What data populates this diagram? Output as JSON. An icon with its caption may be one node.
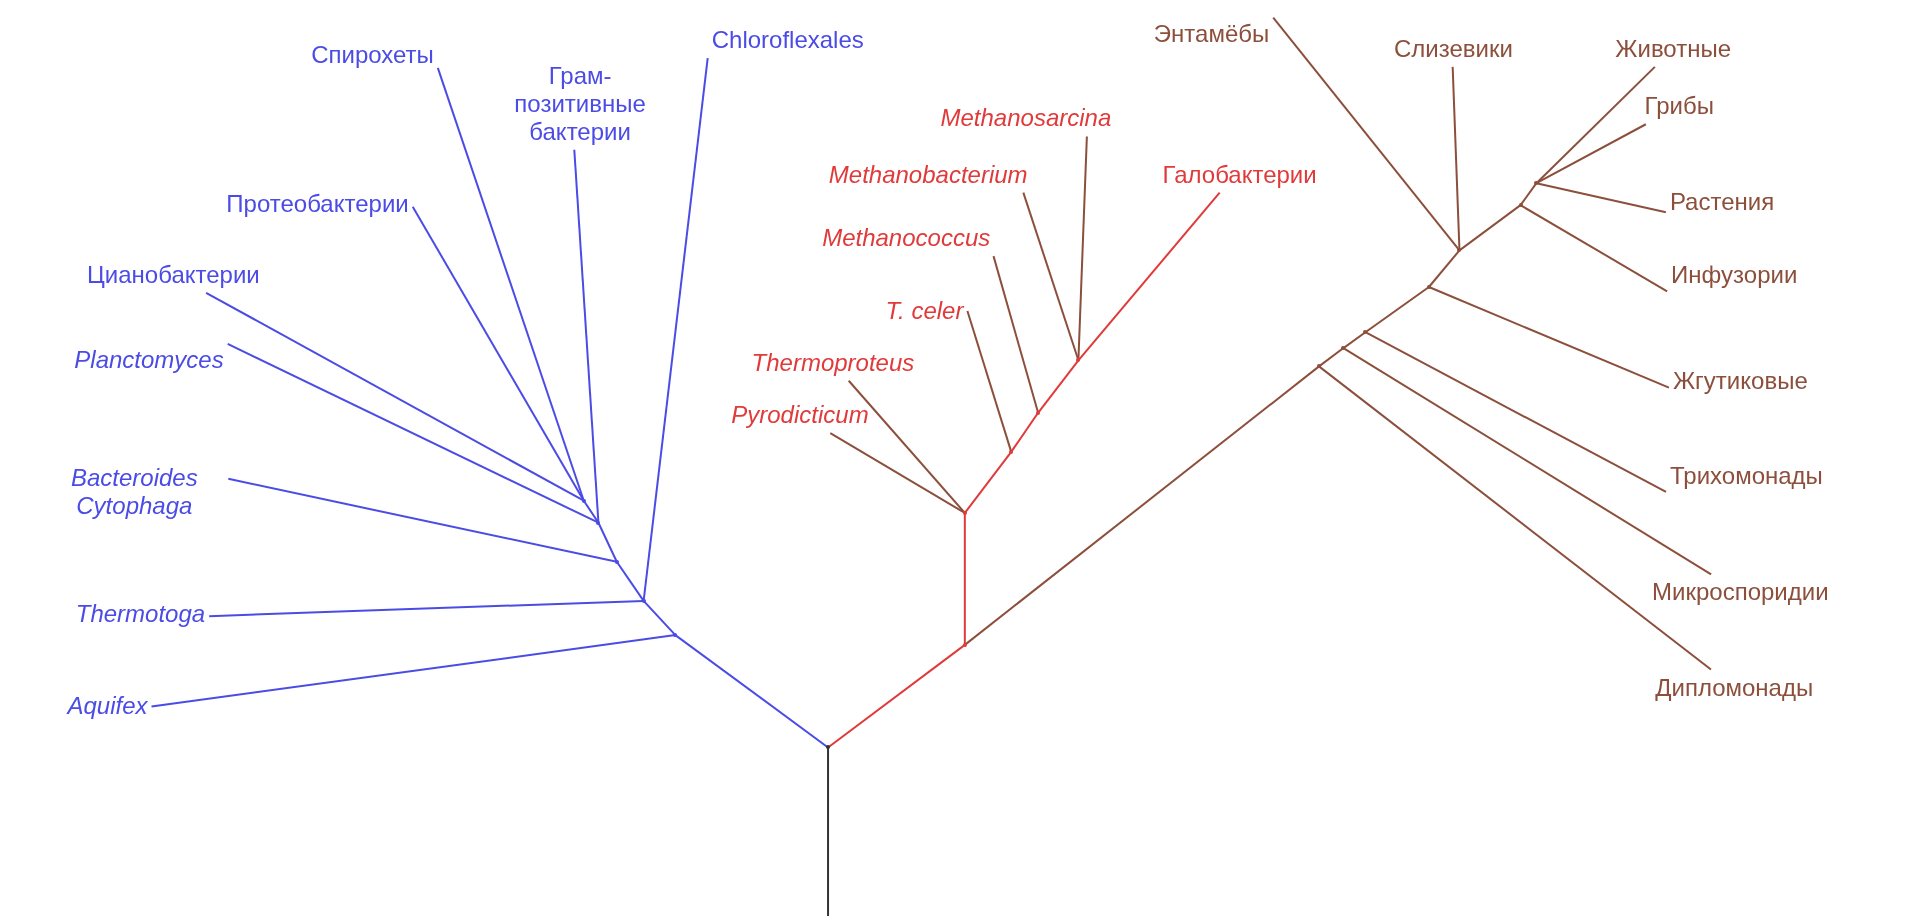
{
  "diagram": {
    "nodes": [
      {
        "text": [
          "Спирохеты"
        ]
      },
      {
        "text": [
          "Грам- позитивные бактерии"
        ]
      },
      {
        "text": [
          "Chloroflexales"
        ]
      },
      {
        "text": [
          "Энтамёбы"
        ]
      },
      {
        "text": [
          "Слизевики"
        ]
      },
      {
        "text": [
          "Животные"
        ]
      },
      {
        "text": [
          "Грибы"
        ]
      },
      {
        "text": [
          "Methanosarcina"
        ]
      },
      {
        "text": [
          "Methanobacterium"
        ]
      },
      {
        "text": [
          "Галобактерии"
        ]
      },
      {
        "text": [
          "Протеобактерии"
        ]
      },
      {
        "text": [
          "Растения"
        ]
      },
      {
        "text": [
          "Methanococcus"
        ]
      },
      {
        "text": [
          "Цианобактерии"
        ]
      },
      {
        "text": [
          "Инфузории"
        ]
      },
      {
        "text": [
          "T. celer"
        ]
      },
      {
        "text": [
          "Planctomyces"
        ]
      },
      {
        "text": [
          "Thermoproteus"
        ]
      },
      {
        "text": [
          "Жгутиковые"
        ]
      },
      {
        "text": [
          "Pyrodicticum"
        ]
      },
      {
        "text": [
          "Bacteroides Cytophaga"
        ]
      },
      {
        "text": [
          "Трихомонады"
        ]
      },
      {
        "text": [
          "Микроспоридии"
        ]
      },
      {
        "text": [
          "Thermotoga"
        ]
      },
      {
        "text": [
          "Дипломонады"
        ]
      },
      {
        "text": [
          "Aquifex"
        ]
      },
      {
        "text": [],
        "shape": "point"
      },
      {
        "text": [],
        "shape": "point"
      },
      {
        "text": [],
        "shape": "point"
      },
      {
        "text": [],
        "shape": "point"
      },
      {
        "text": [],
        "shape": "point"
      },
      {
        "text": [],
        "shape": "point"
      },
      {
        "text": [],
        "shape": "point"
      },
      {
        "text": [],
        "shape": "point"
      },
      {
        "text": [],
        "shape": "point"
      },
      {
        "text": [],
        "shape": "point"
      },
      {
        "text": [],
        "shape": "point"
      },
      {
        "text": [],
        "shape": "point"
      },
      {
        "text": [],
        "shape": "point"
      },
      {
        "text": [],
        "shape": "point"
      },
      {
        "text": [],
        "shape": "point"
      },
      {
        "text": [],
        "shape": "point"
      },
      {
        "text": [],
        "shape": "point"
      },
      {
        "text": [],
        "shape": "point"
      }
    ],
    "edges": [
      {
        "from": null,
        "to": 26,
        "arrow": "none",
        "color": "#333333"
      },
      {
        "from": 26,
        "to": 27,
        "arrow": "none",
        "color": "#4b4be6"
      },
      {
        "from": 27,
        "to": 25,
        "arrow": "none",
        "color": "#4b4be6"
      },
      {
        "from": 27,
        "to": 28,
        "arrow": "none",
        "color": "#4b4be6"
      },
      {
        "from": 28,
        "to": 23,
        "arrow": "none",
        "color": "#4b4be6"
      },
      {
        "from": 28,
        "to": 2,
        "arrow": "none",
        "color": "#4b4be6"
      },
      {
        "from": 28,
        "to": 29,
        "arrow": "none",
        "color": "#4b4be6"
      },
      {
        "from": 29,
        "to": 20,
        "arrow": "none",
        "color": "#4b4be6"
      },
      {
        "from": 29,
        "to": 30,
        "arrow": "none",
        "color": "#4b4be6"
      },
      {
        "from": 30,
        "to": 16,
        "arrow": "none",
        "color": "#4b4be6"
      },
      {
        "from": 30,
        "to": 1,
        "arrow": "none",
        "color": "#4b4be6"
      },
      {
        "from": 30,
        "to": 31,
        "arrow": "none",
        "color": "#4b4be6"
      },
      {
        "from": 31,
        "to": 13,
        "arrow": "none",
        "color": "#4b4be6"
      },
      {
        "from": 31,
        "to": 0,
        "arrow": "none",
        "color": "#4b4be6"
      },
      {
        "from": 31,
        "to": 10,
        "arrow": "none",
        "color": "#4b4be6"
      },
      {
        "from": 26,
        "to": 32,
        "arrow": "none",
        "color": "#e03a3a"
      },
      {
        "from": 32,
        "to": 33,
        "arrow": "none",
        "color": "#e03a3a"
      },
      {
        "from": 33,
        "to": 19,
        "arrow": "none",
        "color": "#8c4f3c"
      },
      {
        "from": 33,
        "to": 17,
        "arrow": "none",
        "color": "#8c4f3c"
      },
      {
        "from": 33,
        "to": 34,
        "arrow": "none",
        "color": "#e03a3a"
      },
      {
        "from": 34,
        "to": 15,
        "arrow": "none",
        "color": "#8c4f3c"
      },
      {
        "from": 34,
        "to": 35,
        "arrow": "none",
        "color": "#e03a3a"
      },
      {
        "from": 35,
        "to": 12,
        "arrow": "none",
        "color": "#8c4f3c"
      },
      {
        "from": 35,
        "to": 36,
        "arrow": "none",
        "color": "#e03a3a"
      },
      {
        "from": 36,
        "to": 8,
        "arrow": "none",
        "color": "#8c4f3c"
      },
      {
        "from": 36,
        "to": 7,
        "arrow": "none",
        "color": "#8c4f3c"
      },
      {
        "from": 36,
        "to": 9,
        "arrow": "none",
        "color": "#e03a3a"
      },
      {
        "from": 32,
        "to": 37,
        "arrow": "none",
        "color": "#8c4f3c"
      },
      {
        "from": 37,
        "to": 24,
        "arrow": "none",
        "color": "#8c4f3c"
      },
      {
        "from": 37,
        "to": 38,
        "arrow": "none",
        "color": "#8c4f3c"
      },
      {
        "from": 38,
        "to": 22,
        "arrow": "none",
        "color": "#8c4f3c"
      },
      {
        "from": 38,
        "to": 39,
        "arrow": "none",
        "color": "#8c4f3c"
      },
      {
        "from": 39,
        "to": 21,
        "arrow": "none",
        "color": "#8c4f3c"
      },
      {
        "from": 39,
        "to": 40,
        "arrow": "none",
        "color": "#8c4f3c"
      },
      {
        "from": 40,
        "to": 18,
        "arrow": "none",
        "color": "#8c4f3c"
      },
      {
        "from": 40,
        "to": 41,
        "arrow": "none",
        "color": "#8c4f3c"
      },
      {
        "from": 41,
        "to": 3,
        "arrow": "none",
        "color": "#8c4f3c"
      },
      {
        "from": 41,
        "to": 4,
        "arrow": "none",
        "color": "#8c4f3c"
      },
      {
        "from": 41,
        "to": 42,
        "arrow": "none",
        "color": "#8c4f3c"
      },
      {
        "from": 42,
        "to": 14,
        "arrow": "none",
        "color": "#8c4f3c"
      },
      {
        "from": 42,
        "to": 43,
        "arrow": "none",
        "color": "#8c4f3c"
      },
      {
        "from": 43,
        "to": 11,
        "arrow": "none",
        "color": "#8c4f3c"
      },
      {
        "from": 43,
        "to": 5,
        "arrow": "none",
        "color": "#8c4f3c"
      },
      {
        "from": 43,
        "to": 6,
        "arrow": "none",
        "color": "#8c4f3c"
      }
    ]
  }
}
